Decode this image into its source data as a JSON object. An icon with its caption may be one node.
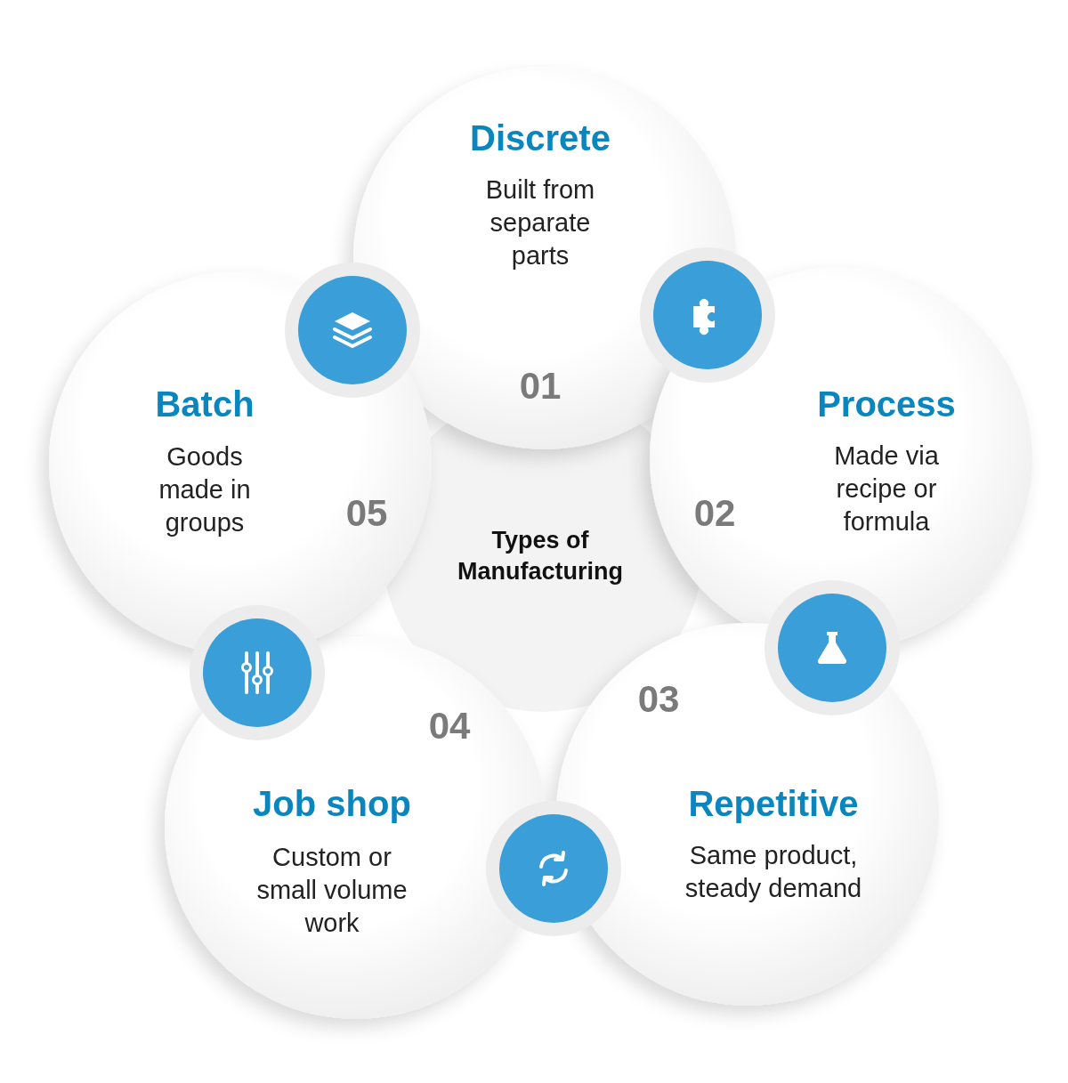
{
  "diagram": {
    "nodes": [
      {
        "text": [
          "Types of Manufacturing"
        ]
      },
      {
        "text": [
          "Discrete",
          "Built from separate parts",
          "01"
        ]
      },
      {
        "text": [
          "Process",
          "02",
          "Made via recipe or formula"
        ]
      },
      {
        "text": [
          "03",
          "Repetitive",
          "Same product, steady demand"
        ]
      },
      {
        "text": [
          "04",
          "Job shop",
          "Custom or small volume work"
        ]
      },
      {
        "text": [
          "Batch",
          "Goods made in groups",
          "05"
        ]
      }
    ]
  }
}
